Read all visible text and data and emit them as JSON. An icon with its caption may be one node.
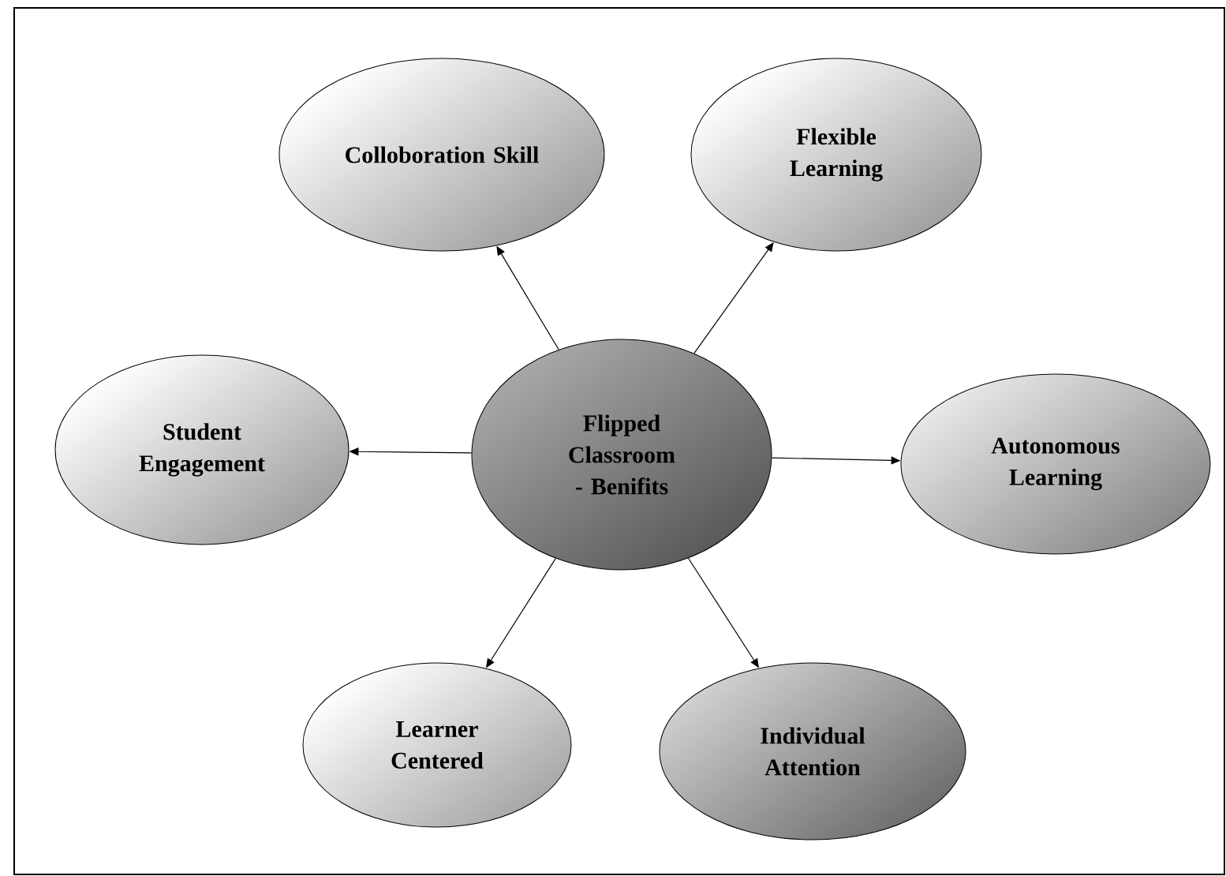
{
  "diagram": {
    "nodes": [
      {
        "text": [
          "Flipped Classroom - Benifits"
        ]
      },
      {
        "text": [
          "Colloboration Skill"
        ]
      },
      {
        "text": [
          "Flexible Learning"
        ]
      },
      {
        "text": [
          "Student Engagement"
        ]
      },
      {
        "text": [
          "Autonomous Learning"
        ]
      },
      {
        "text": [
          "Learner Centered"
        ]
      },
      {
        "text": [
          "Individual Attention"
        ]
      }
    ],
    "edges": [
      {
        "from": 0,
        "to": 1,
        "arrow": "to"
      },
      {
        "from": 0,
        "to": 2,
        "arrow": "to"
      },
      {
        "from": 0,
        "to": 3,
        "arrow": "to"
      },
      {
        "from": 0,
        "to": 4,
        "arrow": "to"
      },
      {
        "from": 0,
        "to": 5,
        "arrow": "to"
      },
      {
        "from": 0,
        "to": 6,
        "arrow": "to"
      }
    ]
  }
}
